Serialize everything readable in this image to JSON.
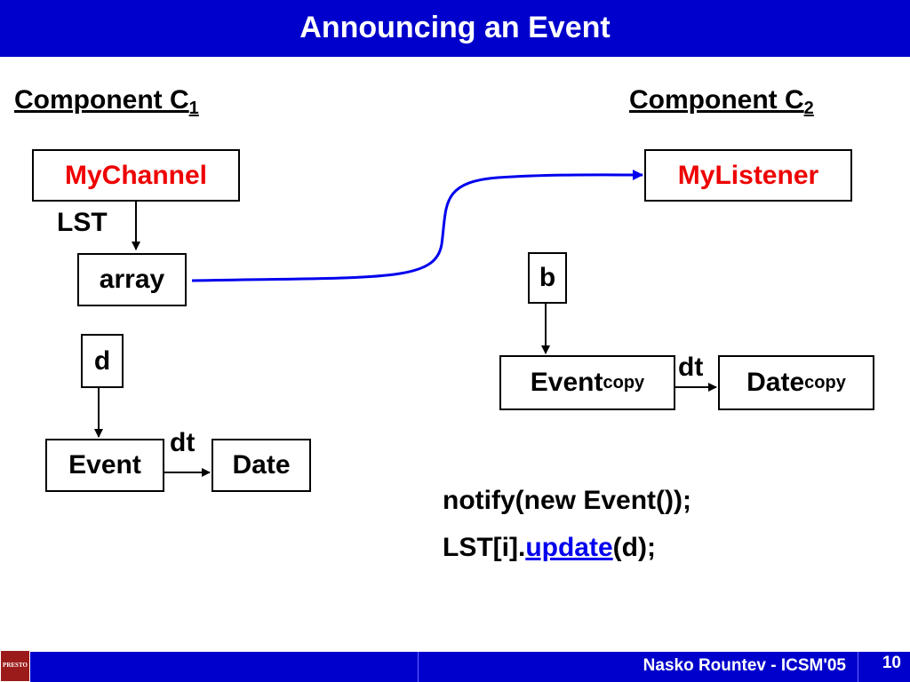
{
  "slide": {
    "title": "Announcing an Event",
    "page_number": "10",
    "author": "Nasko Rountev - ICSM'05",
    "logo_text": "PRESTO"
  },
  "component1": {
    "label": "Component C",
    "sub": "1"
  },
  "component2": {
    "label": "Component C",
    "sub": "2"
  },
  "nodes": {
    "mychannel": "MyChannel",
    "array": "array",
    "d": "d",
    "event": "Event",
    "date": "Date",
    "mylistener": "MyListener",
    "b": "b",
    "event_copy": "Event",
    "date_copy": "Date",
    "copy_sub": "copy"
  },
  "edges": {
    "lst": "LST",
    "dt_left": "dt",
    "dt_right": "dt"
  },
  "code": {
    "line1": "notify(new Event());",
    "line2_prefix": "LST[i].",
    "line2_highlight": "update",
    "line2_suffix": "(d);"
  },
  "colors": {
    "title_bar": "#0000cc",
    "channel_text": "#ee0000",
    "link_curve": "#0000ee",
    "highlight": "#0000ee"
  }
}
